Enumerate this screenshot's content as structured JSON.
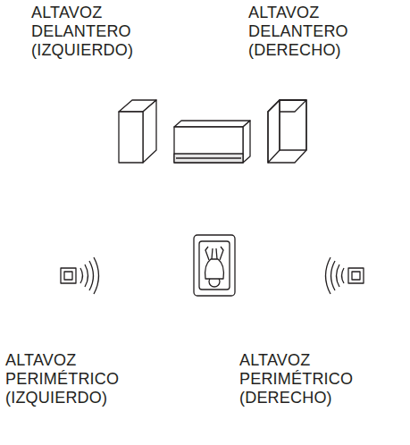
{
  "diagram": {
    "labels": [
      "ALTAVOZ DELANTERO (IZQUIERDO)",
      "ALTAVOZ DELANTERO (DERECHO)",
      "ALTAVOZ PERIMÉTRICO (IZQUIERDO)",
      "ALTAVOZ PERIMÉTRICO (DERECHO)"
    ]
  }
}
